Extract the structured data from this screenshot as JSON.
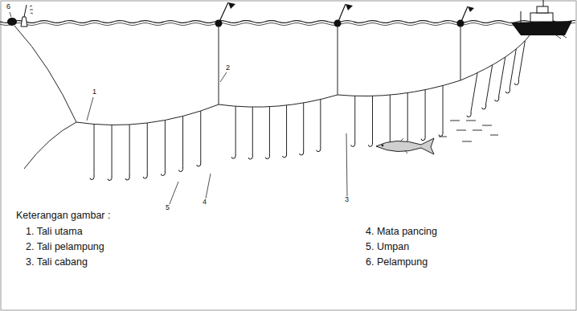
{
  "diagram": {
    "labels": [
      "6",
      "2",
      "1",
      "5",
      "4",
      "3",
      "Keterangan gambar :",
      "1. Tali utama",
      "2. Tali pelampung",
      "3. Tali cabang",
      "4. Mata pancing",
      "5. Umpan",
      "6. Pelampung"
    ]
  }
}
